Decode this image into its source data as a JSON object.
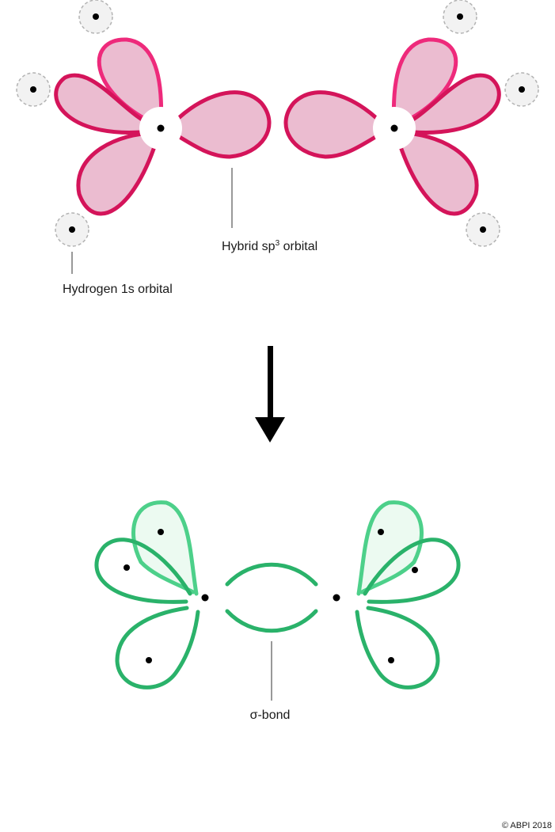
{
  "labels": {
    "hydrogen": "Hydrogen 1s orbital",
    "hybrid_main": "Hybrid sp",
    "hybrid_sup": "3",
    "hybrid_rest": " orbital",
    "sigma": "σ-bond",
    "copyright": "© ABPI 2018"
  },
  "colors": {
    "sp3_stroke": "#d4145a",
    "sp3_stroke_light": "#ee2a7b",
    "sp3_fill": "#ebbcd0",
    "bond_stroke": "#2ab26a",
    "bond_stroke_light": "#4dd08a",
    "hydrogen_stroke": "#b3b3b3",
    "hydrogen_fill": "#f2f2f2",
    "arrow": "#000000"
  }
}
